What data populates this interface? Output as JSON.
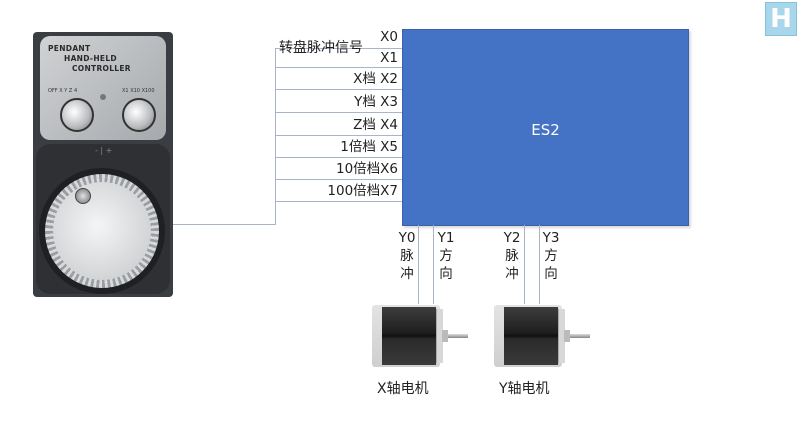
{
  "pendant": {
    "title_lines": [
      "PENDANT",
      "HAND-HELD",
      "CONTROLLER"
    ],
    "left_knob_ticks": "OFF X Y Z 4",
    "right_knob_ticks": "X1 X10 X100"
  },
  "controller": {
    "label": "ES2",
    "color": "#4472c4"
  },
  "inputs": {
    "pulse_signal_label": "转盘脉冲信号",
    "rows": [
      {
        "pin": "X0",
        "label": ""
      },
      {
        "pin": "X1",
        "label": ""
      },
      {
        "pin": "X2",
        "label": "X档"
      },
      {
        "pin": "X3",
        "label": "Y档"
      },
      {
        "pin": "X4",
        "label": "Z档"
      },
      {
        "pin": "X5",
        "label": "1倍档"
      },
      {
        "pin": "X6",
        "label": "10倍档"
      },
      {
        "pin": "X7",
        "label": "100倍档"
      }
    ],
    "display": [
      "X0",
      "X1",
      "X档 X2",
      "Y档 X3",
      "Z档 X4",
      "1倍档 X5",
      "10倍档X6",
      "100倍档X7"
    ]
  },
  "outputs": [
    {
      "pin": "Y0",
      "line1": "脉",
      "line2": "冲"
    },
    {
      "pin": "Y1",
      "line1": "方",
      "line2": "向"
    },
    {
      "pin": "Y2",
      "line1": "脉",
      "line2": "冲"
    },
    {
      "pin": "Y3",
      "line1": "方",
      "line2": "向"
    }
  ],
  "motors": [
    {
      "label": "X轴电机"
    },
    {
      "label": "Y轴电机"
    }
  ],
  "logo": {
    "letter": "H",
    "color": "#a8d6ea"
  }
}
